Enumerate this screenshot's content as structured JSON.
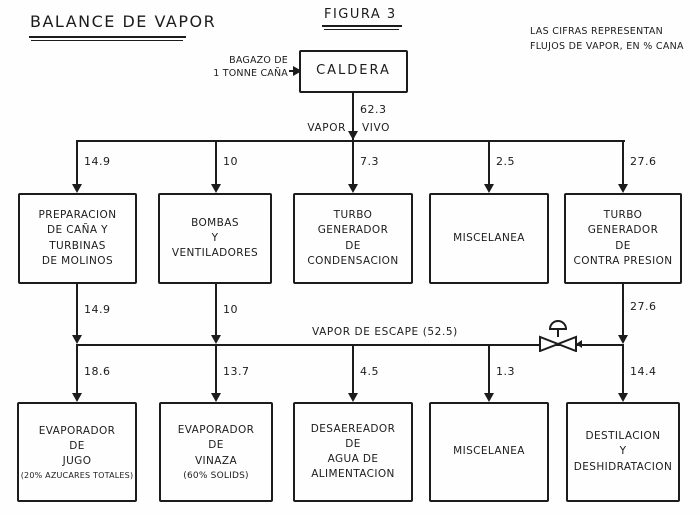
{
  "header": {
    "title": "BALANCE DE VAPOR",
    "figure": "FIGURA 3",
    "note": "LAS CIFRAS REPRESENTAN\nFLUJOS DE VAPOR, EN % CANA"
  },
  "boiler": {
    "input_label": "BAGAZO DE\n1 TONNE CAÑA",
    "label": "CALDERA",
    "output_value": "62.3"
  },
  "live_steam_header": {
    "label_left": "VAPOR",
    "label_right": "VIVO"
  },
  "exhaust_steam_header": {
    "label": "VAPOR DE ESCAPE (52.5)"
  },
  "row1": {
    "boxes": [
      {
        "label": "PREPARACION\nDE CAÑA Y\nTURBINAS\nDE MOLINOS",
        "in": "14.9",
        "out": "14.9"
      },
      {
        "label": "BOMBAS\nY\nVENTILADORES",
        "in": "10",
        "out": "10"
      },
      {
        "label": "TURBO\nGENERADOR\nDE\nCONDENSACION",
        "in": "7.3"
      },
      {
        "label": "MISCELANEA",
        "in": "2.5"
      },
      {
        "label": "TURBO\nGENERADOR\nDE\nCONTRA PRESION",
        "in": "27.6",
        "out": "27.6"
      }
    ]
  },
  "row2": {
    "boxes": [
      {
        "label": "EVAPORADOR\nDE\nJUGO",
        "sub": "(20% AZUCARES TOTALES)",
        "in": "18.6"
      },
      {
        "label": "EVAPORADOR\nDE\nVINAZA",
        "sub": "(60% SOLIDS)",
        "in": "13.7"
      },
      {
        "label": "DESAEREADOR\nDE\nAGUA DE\nALIMENTACION",
        "in": "4.5"
      },
      {
        "label": "MISCELANEA",
        "in": "1.3"
      },
      {
        "label": "DESTILACION\nY\nDESHIDRATACION",
        "in": "14.4"
      }
    ]
  },
  "colors": {
    "ink": "#1c1c1c",
    "paper": "#fefefe"
  }
}
